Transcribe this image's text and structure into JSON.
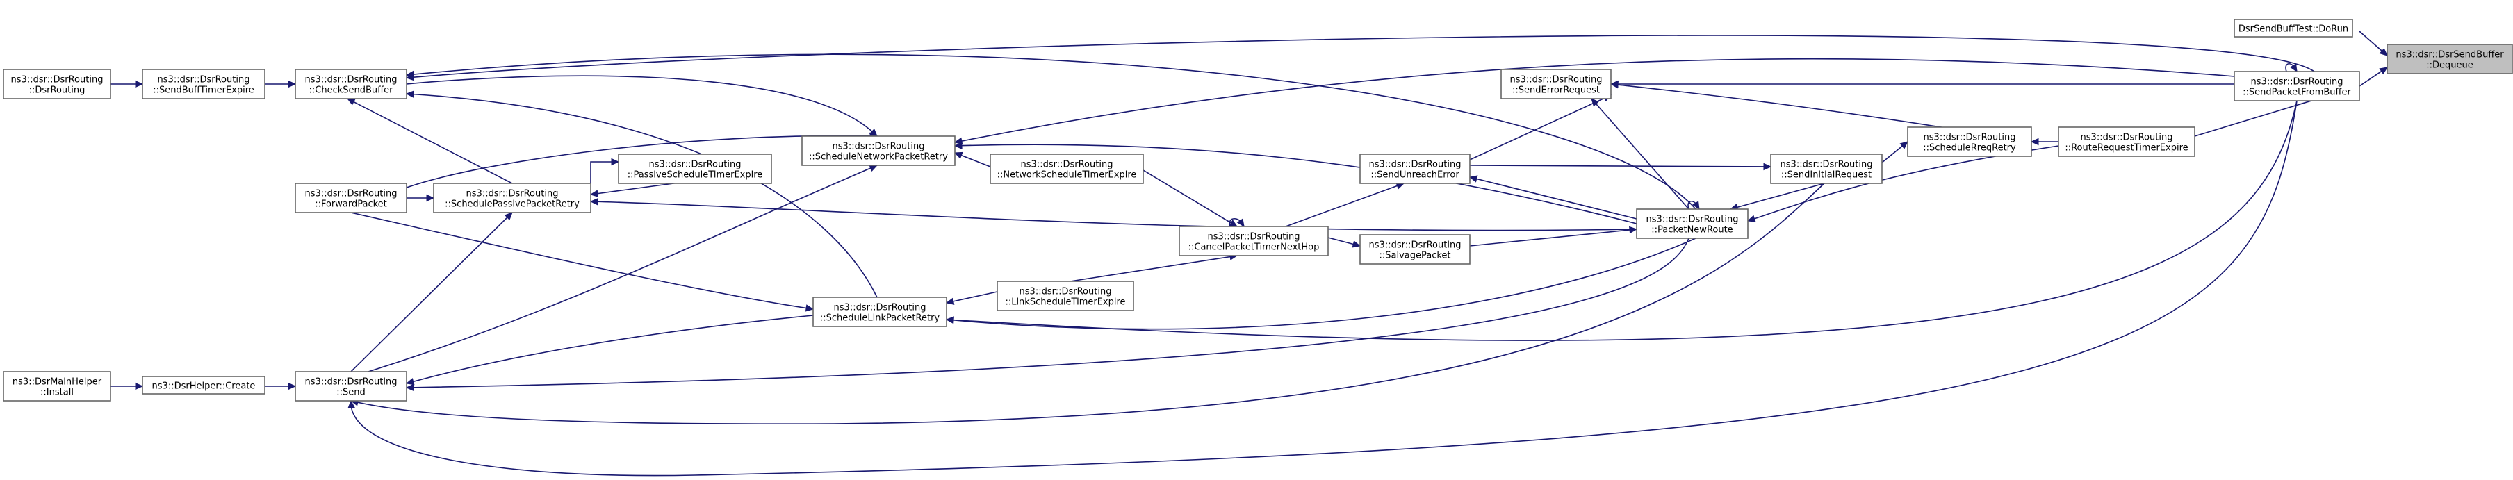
{
  "diagram": {
    "type": "call-graph",
    "colors": {
      "edge": "#191970",
      "node_border": "#666666",
      "node_fill": "#ffffff",
      "highlight_fill": "#bfbfbf"
    },
    "nodes": {
      "dequeue": [
        "ns3::dsr::DsrSendBuffer",
        "::Dequeue"
      ],
      "dorun": [
        "DsrSendBuffTest::DoRun"
      ],
      "sendpacketfrombuffer": [
        "ns3::dsr::DsrRouting",
        "::SendPacketFromBuffer"
      ],
      "senderrorrequest": [
        "ns3::dsr::DsrRouting",
        "::SendErrorRequest"
      ],
      "routerequesttimerexpire": [
        "ns3::dsr::DsrRouting",
        "::RouteRequestTimerExpire"
      ],
      "schedulerreqretry": [
        "ns3::dsr::DsrRouting",
        "::ScheduleRreqRetry"
      ],
      "sendinitialrequest": [
        "ns3::dsr::DsrRouting",
        "::SendInitialRequest"
      ],
      "packetnewroute": [
        "ns3::dsr::DsrRouting",
        "::PacketNewRoute"
      ],
      "sendunreacherror": [
        "ns3::dsr::DsrRouting",
        "::SendUnreachError"
      ],
      "salvagepacket": [
        "ns3::dsr::DsrRouting",
        "::SalvagePacket"
      ],
      "cancelpackettimernexthop": [
        "ns3::dsr::DsrRouting",
        "::CancelPacketTimerNextHop"
      ],
      "networkscheduletimerexpire": [
        "ns3::dsr::DsrRouting",
        "::NetworkScheduleTimerExpire"
      ],
      "linkscheduletimerexpire": [
        "ns3::dsr::DsrRouting",
        "::LinkScheduleTimerExpire"
      ],
      "schedulenetworkpacketretry": [
        "ns3::dsr::DsrRouting",
        "::ScheduleNetworkPacketRetry"
      ],
      "schedulelinkpacketretry": [
        "ns3::dsr::DsrRouting",
        "::ScheduleLinkPacketRetry"
      ],
      "passivescheduletimerexpire": [
        "ns3::dsr::DsrRouting",
        "::PassiveScheduleTimerExpire"
      ],
      "schedulepassivepacketretry": [
        "ns3::dsr::DsrRouting",
        "::SchedulePassivePacketRetry"
      ],
      "checksendbuffer": [
        "ns3::dsr::DsrRouting",
        "::CheckSendBuffer"
      ],
      "forwardpacket": [
        "ns3::dsr::DsrRouting",
        "::ForwardPacket"
      ],
      "send": [
        "ns3::dsr::DsrRouting",
        "::Send"
      ],
      "sendbufftimerexpire": [
        "ns3::dsr::DsrRouting",
        "::SendBuffTimerExpire"
      ],
      "dsrrouting": [
        "ns3::dsr::DsrRouting",
        "::DsrRouting"
      ],
      "dsrhelpercreate": [
        "ns3::DsrHelper::Create"
      ],
      "dsrmainhelperinstall": [
        "ns3::DsrMainHelper",
        "::Install"
      ]
    }
  }
}
